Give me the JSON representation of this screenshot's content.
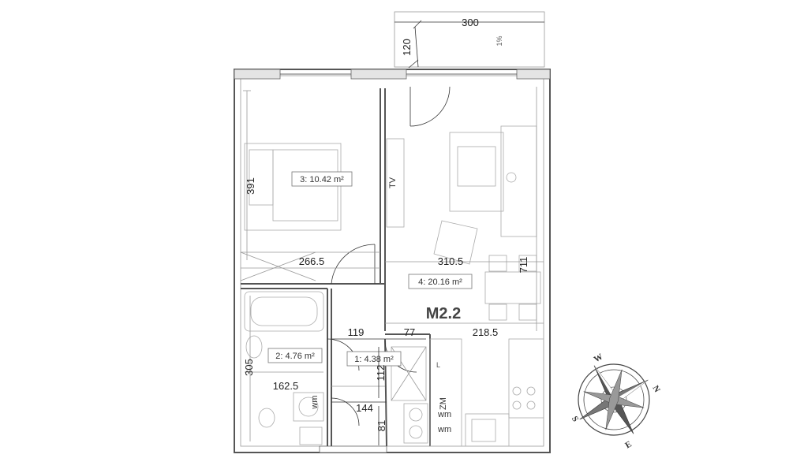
{
  "plan": {
    "title": "M2.2",
    "balcony": {
      "width": "300",
      "depth": "120",
      "slope": "1%"
    },
    "rooms": [
      {
        "label": "3: 10.42 m²"
      },
      {
        "label": "4: 20.16 m²"
      },
      {
        "label": "2: 4.76 m²"
      },
      {
        "label": "1: 4.38 m²"
      }
    ],
    "dims": {
      "bedroom_height": "391",
      "bedroom_width": "266.5",
      "living_width": "310.5",
      "living_height": "711",
      "hall_top_1": "119",
      "hall_top_2": "77",
      "kitchen_width": "218.5",
      "bath_height": "305",
      "bath_width": "162.5",
      "hall_height": "112",
      "hall_width": "144",
      "closet_height": "81"
    },
    "fixtures": {
      "tv": "TV",
      "wm_bath": "wm",
      "wm_1": "wm",
      "wm_2": "wm",
      "fridge": "ZM",
      "counter": "L"
    },
    "compass": {
      "n": "N",
      "e": "E",
      "s": "S",
      "w": "W"
    }
  }
}
